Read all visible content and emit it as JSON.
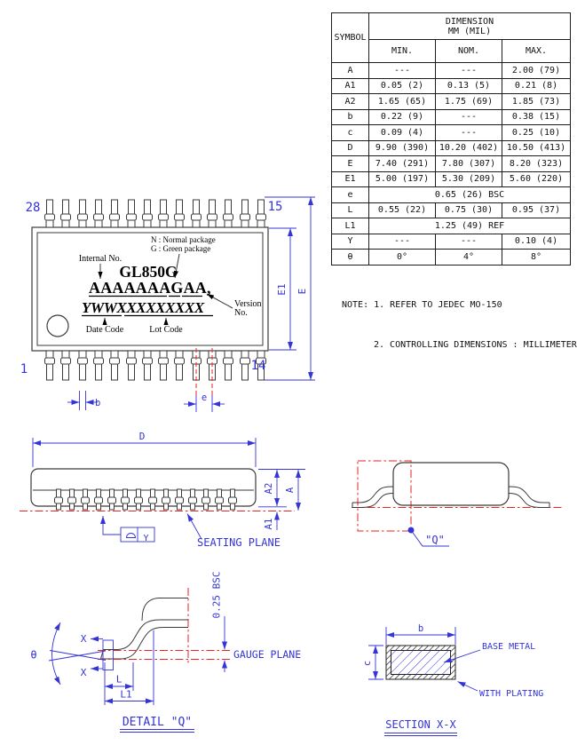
{
  "table": {
    "header": {
      "symbol": "SYMBOL",
      "dim1": "DIMENSION",
      "dim2": "MM (MIL)",
      "min": "MIN.",
      "nom": "NOM.",
      "max": "MAX."
    },
    "rows": [
      {
        "symbol": "A",
        "min": "---",
        "nom": "---",
        "max": "2.00 (79)"
      },
      {
        "symbol": "A1",
        "min": "0.05 (2)",
        "nom": "0.13 (5)",
        "max": "0.21 (8)"
      },
      {
        "symbol": "A2",
        "min": "1.65 (65)",
        "nom": "1.75 (69)",
        "max": "1.85 (73)"
      },
      {
        "symbol": "b",
        "min": "0.22 (9)",
        "nom": "---",
        "max": "0.38 (15)"
      },
      {
        "symbol": "c",
        "min": "0.09 (4)",
        "nom": "---",
        "max": "0.25 (10)"
      },
      {
        "symbol": "D",
        "min": "9.90 (390)",
        "nom": "10.20 (402)",
        "max": "10.50 (413)"
      },
      {
        "symbol": "E",
        "min": "7.40 (291)",
        "nom": "7.80 (307)",
        "max": "8.20 (323)"
      },
      {
        "symbol": "E1",
        "min": "5.00 (197)",
        "nom": "5.30 (209)",
        "max": "5.60 (220)"
      },
      {
        "symbol": "e",
        "span": "0.65 (26) BSC"
      },
      {
        "symbol": "L",
        "min": "0.55 (22)",
        "nom": "0.75 (30)",
        "max": "0.95 (37)"
      },
      {
        "symbol": "L1",
        "span": "1.25 (49) REF"
      },
      {
        "symbol": "Y",
        "min": "---",
        "nom": "---",
        "max": "0.10 (4)"
      },
      {
        "symbol": "θ",
        "min": "0°",
        "nom": "4°",
        "max": "8°"
      }
    ]
  },
  "notes": {
    "line1": "NOTE: 1. REFER TO JEDEC MO-150",
    "line2": "2. CONTROLLING DIMENSIONS : MILLIMETER"
  },
  "top_view": {
    "pins": {
      "top_left": "28",
      "top_right": "15",
      "bottom_left": "1",
      "bottom_right": "14"
    },
    "marking": {
      "part": "GL850G",
      "line2": "AAAAAAAGAA,",
      "line3": "YWWXXXXXXXXX"
    },
    "callouts": {
      "internal_no": "Internal No.",
      "package_n": "N : Normal package",
      "package_g": "G : Green  package",
      "version1": "Version",
      "version2": "No.",
      "date_code": "Date Code",
      "lot_code": "Lot Code"
    },
    "dims": {
      "E1": "E1",
      "E": "E",
      "b": "b",
      "e": "e"
    }
  },
  "side_view": {
    "dims": {
      "D": "D",
      "A2": "A2",
      "A": "A",
      "A1": "A1"
    },
    "datum_y": "Y",
    "seating_plane": "SEATING PLANE"
  },
  "end_view": {
    "q_label": "\"Q\""
  },
  "detail_q": {
    "title": "DETAIL \"Q\"",
    "bsc": "0.25 BSC",
    "gauge_plane": "GAUGE PLANE",
    "theta": "θ",
    "x": "X",
    "L": "L",
    "L1": "L1"
  },
  "section_xx": {
    "title": "SECTION X-X",
    "b": "b",
    "c": "c",
    "base_metal": "BASE METAL",
    "with_plating": "WITH PLATING"
  },
  "colors": {
    "accent_blue": "#3434d8",
    "line_red": "#ee2222",
    "drawing_line": "#3a3a3a"
  }
}
